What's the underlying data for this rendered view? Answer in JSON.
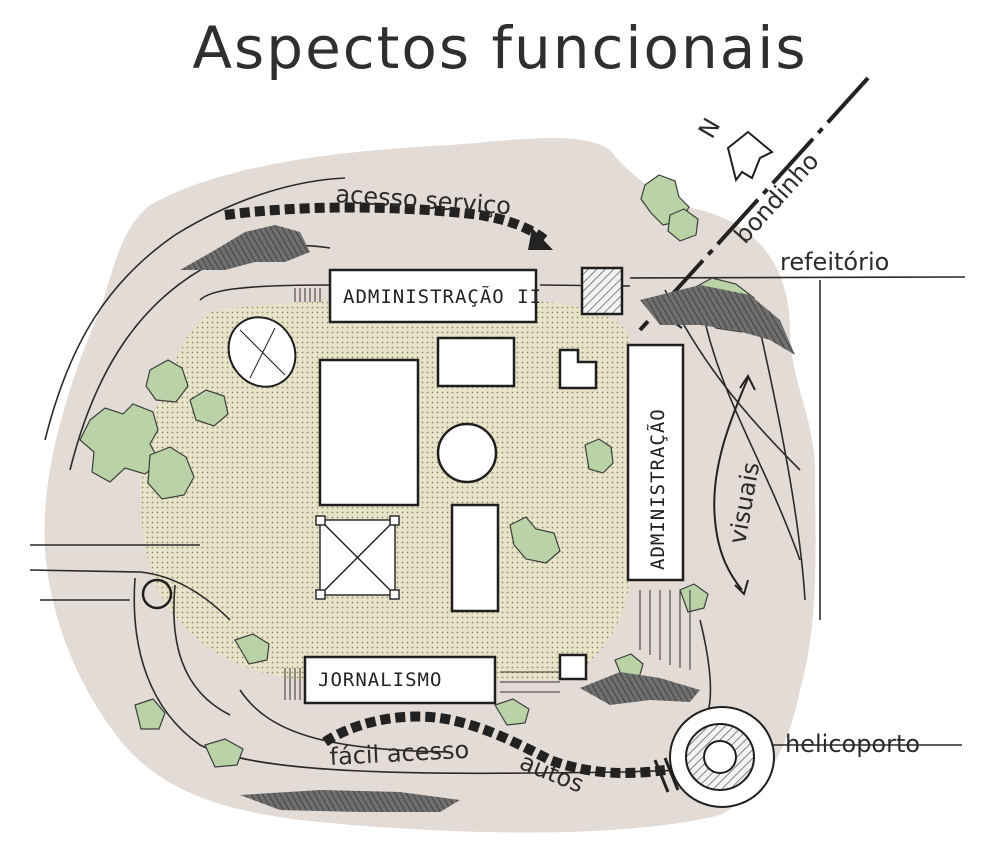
{
  "title": "Aspectos funcionais",
  "labels": {
    "acesso_servico": "acesso serviço",
    "bondinho": "bondinho",
    "refeitorio": "refeitório",
    "administracao_ii": "ADMINISTRAÇÃO II",
    "administracao": "ADMINISTRAÇÃO",
    "visuais": "visuais",
    "jornalismo": "JORNALISMO",
    "facil_acesso": "fácil acesso",
    "autos": "autos",
    "helicoporto": "helicoporto",
    "north": "N"
  },
  "colors": {
    "ground": "#e3dcd6",
    "plaza": "#e7e3c8",
    "tree": "#b9d2a6",
    "shadow": "#5a5a5a",
    "ink": "#262626"
  }
}
